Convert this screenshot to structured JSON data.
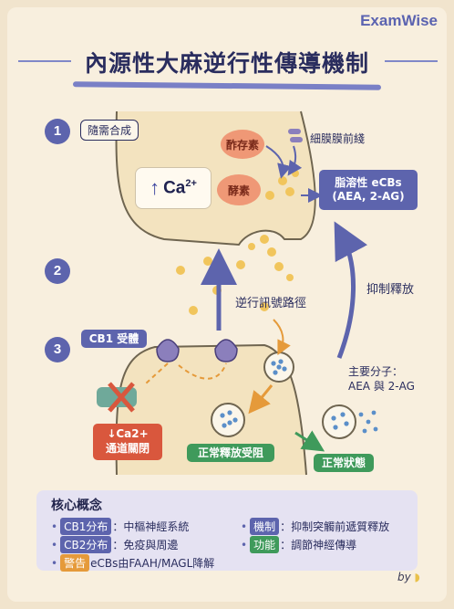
{
  "brand": "ExamWise",
  "title": "內源性大麻逆行性傳導機制",
  "steps": [
    "1",
    "2",
    "3"
  ],
  "step1": {
    "label": "隨需合成",
    "ca": "Ca",
    "ca_charge": "2+",
    "enzyme_store": "酢存素",
    "enzyme": "酵素",
    "membrane_precursor": "細膜膜前綫",
    "ecbs_line1": "脂溶性 eCBs",
    "ecbs_line2": "(AEA, 2-AG)"
  },
  "step2": {
    "retrograde": "逆行訊號路徑",
    "inhibit_release": "抑制釋放"
  },
  "step3": {
    "cb1": "CB1 受體",
    "main_mol_line1": "主要分子：",
    "main_mol_line2": "AEA 與 2-AG",
    "ca_channel_line1": "↓Ca2+",
    "ca_channel_line2": "通道關閉",
    "release_blocked": "正常釋放受阻",
    "normal_state": "正常狀態"
  },
  "core": {
    "title": "核心概念",
    "items": [
      {
        "chip": "CB1分布",
        "text": "：中樞神經系統",
        "color": "#5d64ad"
      },
      {
        "chip": "機制",
        "text": "：抑制突觸前遞質釋放",
        "color": "#5d64ad"
      },
      {
        "chip": "CB2分布",
        "text": "：免疫與周邊",
        "color": "#5d64ad"
      },
      {
        "chip": "功能",
        "text": "：調節神經傳導",
        "color": "#3f9a5b"
      },
      {
        "chip": "警告",
        "text": "eCBs由FAAH/MAGL降解",
        "color": "#e59a3a"
      }
    ]
  },
  "by": "by",
  "colors": {
    "accent": "#5d64ad",
    "green": "#3f9a5b",
    "red": "#d9573d",
    "orange": "#e59a3a",
    "cell": "#f3e3bf"
  }
}
